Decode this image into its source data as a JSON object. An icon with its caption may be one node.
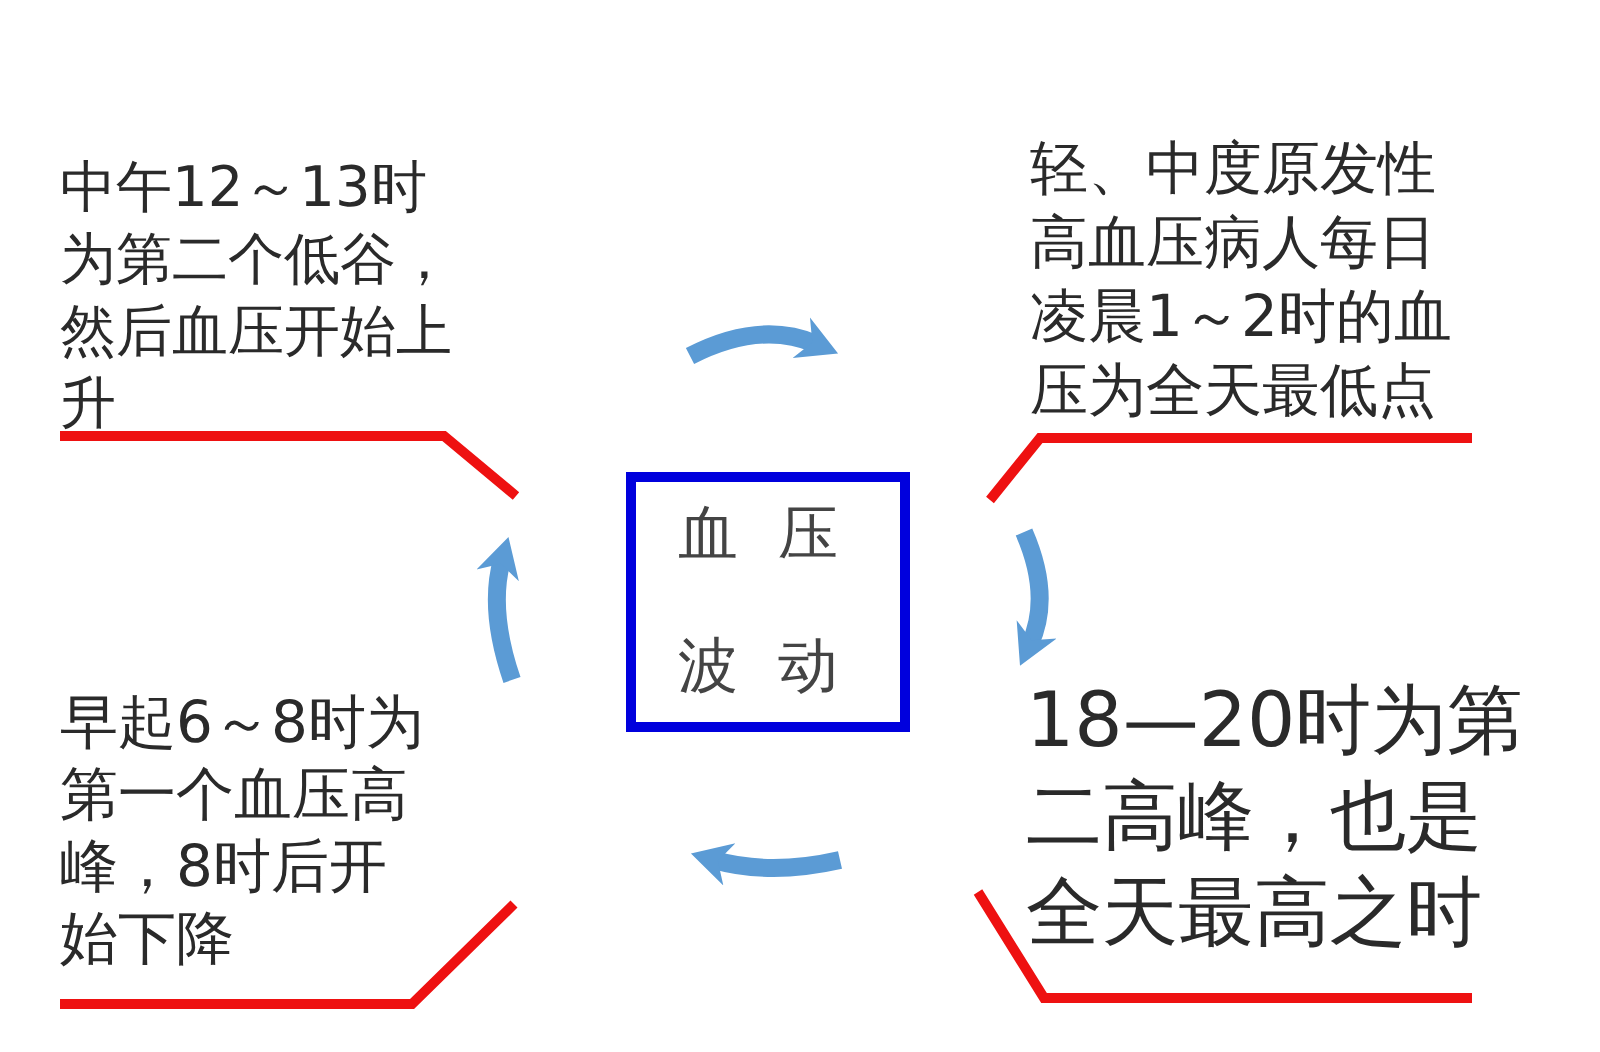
{
  "diagram": {
    "nodes": [
      {
        "text": [
          "中午12～13时为第二个低谷，然后血压开始上升"
        ]
      },
      {
        "text": [
          "轻、中度原发性高血压病人每日凌晨1～2时的血压为全天最低点"
        ]
      },
      {
        "text": [
          "血压波动"
        ]
      },
      {
        "text": [
          "早起6～8时为第一个血压高峰，8时后开始下降"
        ]
      },
      {
        "text": [
          "18—20时为第二高峰，也是全天最高之时"
        ]
      }
    ]
  }
}
